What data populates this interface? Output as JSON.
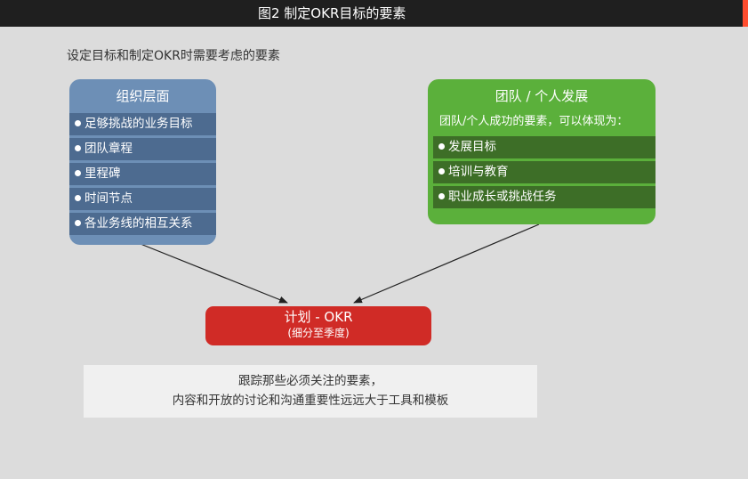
{
  "title": "图2  制定OKR目标的要素",
  "subtitle": "设定目标和制定OKR时需要考虑的要素",
  "org": {
    "title": "组织层面",
    "items": [
      "足够挑战的业务目标",
      "团队章程",
      "里程碑",
      "时间节点",
      "各业务线的相互关系"
    ]
  },
  "team": {
    "title": "团队 / 个人发展",
    "intro": "团队/个人成功的要素，可以体现为：",
    "items": [
      "发展目标",
      "培训与教育",
      "职业成长或挑战任务"
    ]
  },
  "plan": {
    "title": "计划 - OKR",
    "subtitle": "(细分至季度)"
  },
  "note": {
    "line1": "跟踪那些必须关注的要素，",
    "line2": "内容和开放的讨论和沟通重要性远远大于工具和模板"
  },
  "colors": {
    "header_bar": "#1f1f1f",
    "header_accent": "#ff4d2e",
    "background": "#dcdcdc",
    "org_box": "#6d8fb6",
    "org_item": "#4d6b90",
    "team_box": "#5bb03b",
    "team_item": "#3d6e27",
    "plan_box": "#d02b26",
    "note_box": "#f0f0f0"
  }
}
